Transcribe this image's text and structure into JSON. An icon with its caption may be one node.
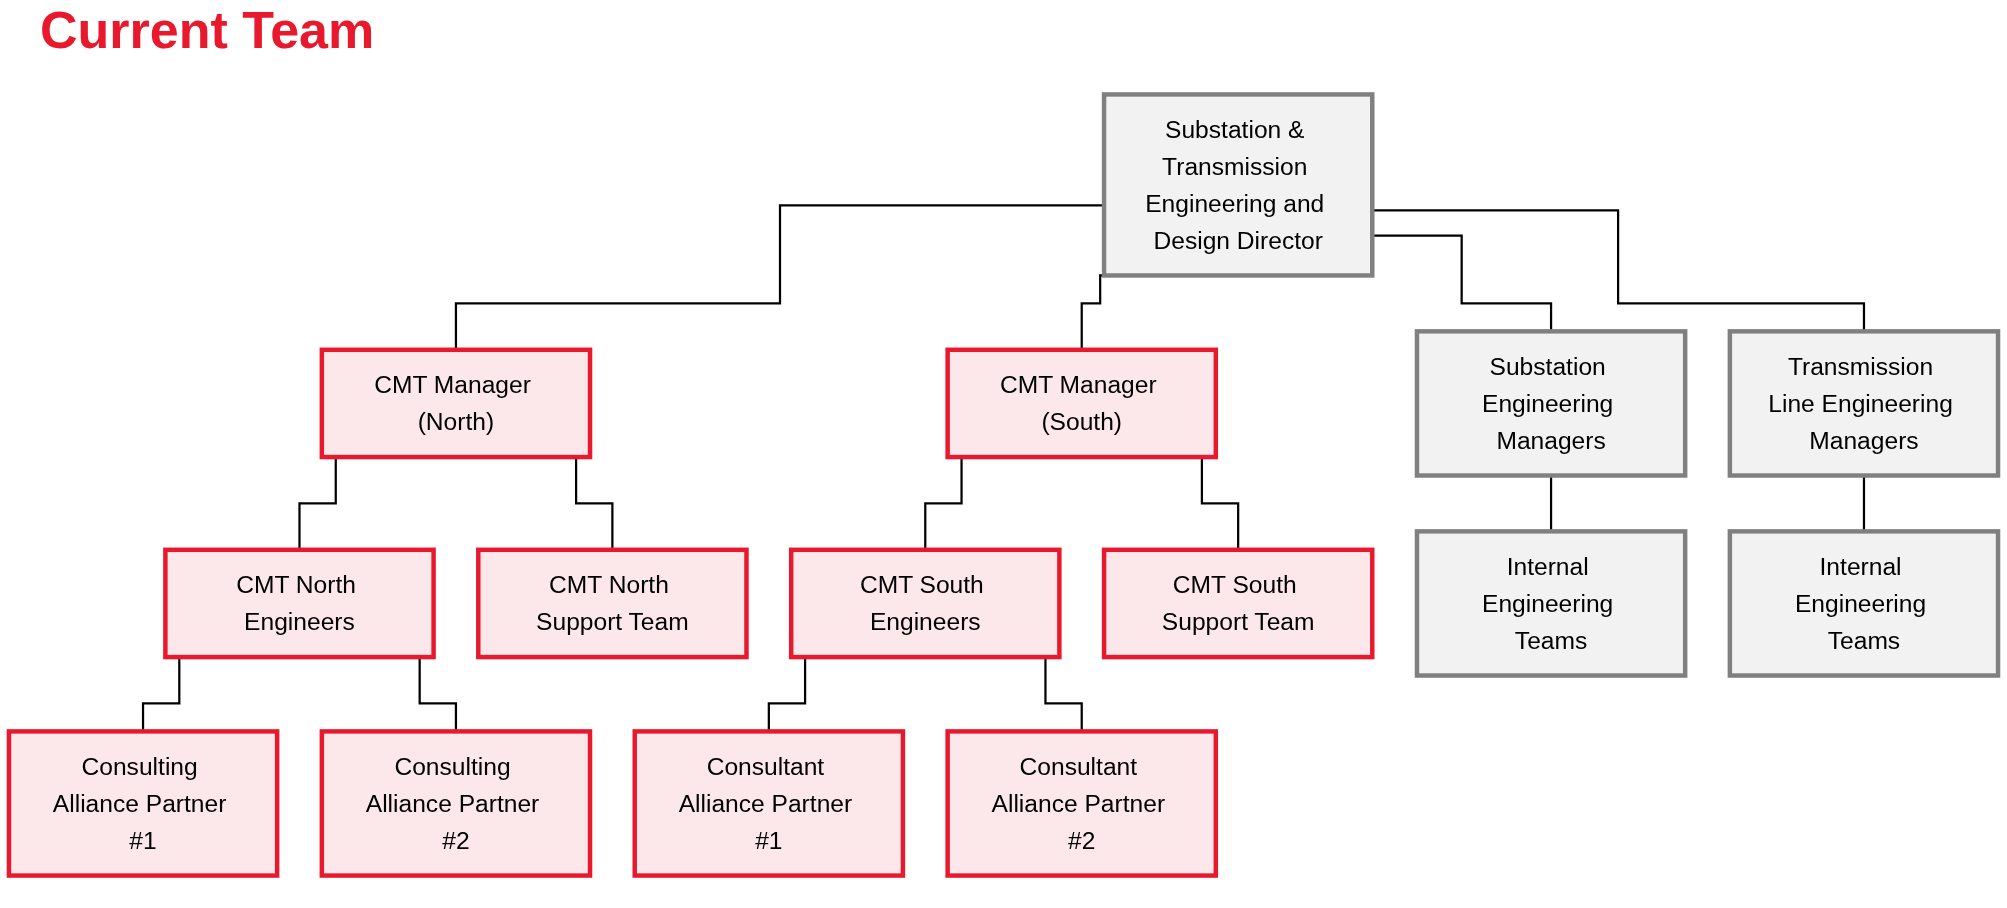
{
  "diagram": {
    "title": "Current Team",
    "nodes": [
      {
        "text": [
          "Substation & Transmission Engineering and Design Director"
        ]
      },
      {
        "text": [
          "CMT Manager (North)"
        ]
      },
      {
        "text": [
          "CMT Manager (South)"
        ]
      },
      {
        "text": [
          "Substation Engineering Managers"
        ]
      },
      {
        "text": [
          "Transmission Line Engineering Managers"
        ]
      },
      {
        "text": [
          "CMT North Engineers"
        ]
      },
      {
        "text": [
          "CMT North Support Team"
        ]
      },
      {
        "text": [
          "CMT South Engineers"
        ]
      },
      {
        "text": [
          "CMT South Support Team"
        ]
      },
      {
        "text": [
          "Internal Engineering Teams"
        ]
      },
      {
        "text": [
          "Internal Engineering Teams"
        ]
      },
      {
        "text": [
          "Consulting Alliance Partner #1"
        ]
      },
      {
        "text": [
          "Consulting Alliance Partner #2"
        ]
      },
      {
        "text": [
          "Consultant Alliance Partner #1"
        ]
      },
      {
        "text": [
          "Consultant Alliance Partner #2"
        ]
      }
    ],
    "edges": [
      {
        "from": 0,
        "to": 1,
        "arrow": "none"
      },
      {
        "from": 0,
        "to": 2,
        "arrow": "none"
      },
      {
        "from": 0,
        "to": 3,
        "arrow": "none"
      },
      {
        "from": 0,
        "to": 4,
        "arrow": "none"
      },
      {
        "from": 1,
        "to": 5,
        "arrow": "none"
      },
      {
        "from": 1,
        "to": 6,
        "arrow": "none"
      },
      {
        "from": 2,
        "to": 7,
        "arrow": "none"
      },
      {
        "from": 2,
        "to": 8,
        "arrow": "none"
      },
      {
        "from": 3,
        "to": 9,
        "arrow": "none"
      },
      {
        "from": 4,
        "to": 10,
        "arrow": "none"
      },
      {
        "from": 5,
        "to": 11,
        "arrow": "none"
      },
      {
        "from": 5,
        "to": 12,
        "arrow": "none"
      },
      {
        "from": 7,
        "to": 13,
        "arrow": "none"
      },
      {
        "from": 7,
        "to": 14,
        "arrow": "none"
      }
    ]
  }
}
